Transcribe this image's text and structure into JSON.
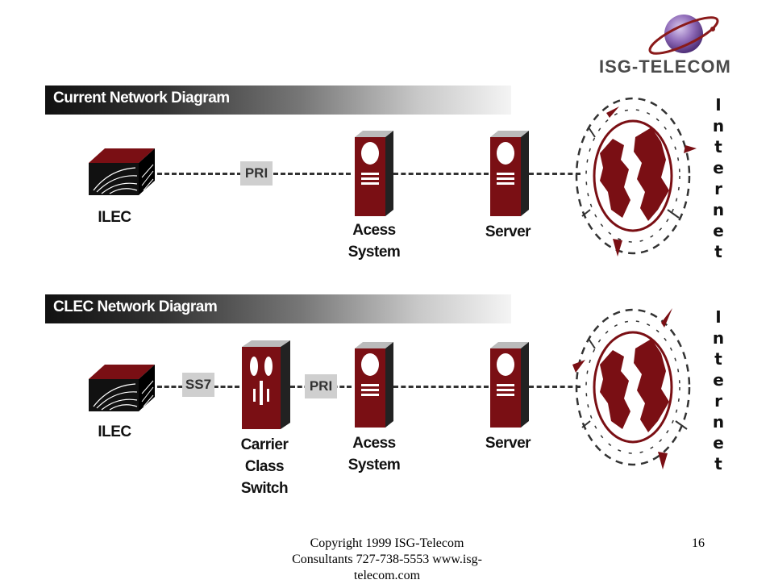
{
  "logo": {
    "text": "ISG-TELECOM"
  },
  "current": {
    "title": "Current Network Diagram",
    "ilec": "ILEC",
    "pri": "PRI",
    "access": [
      "Acess",
      "System"
    ],
    "server": "Server",
    "internet": [
      "I",
      "n",
      "t",
      "e",
      "r",
      "n",
      "e",
      "t"
    ]
  },
  "clec": {
    "title": "CLEC Network Diagram",
    "ilec": "ILEC",
    "ss7": "SS7",
    "switch": [
      "Carrier",
      "Class",
      "Switch"
    ],
    "pri": "PRI",
    "access": [
      "Acess",
      "System"
    ],
    "server": "Server",
    "internet": [
      "I",
      "n",
      "t",
      "e",
      "r",
      "n",
      "e",
      "t"
    ]
  },
  "footer": {
    "copyright": [
      "Copyright 1999 ISG-Telecom",
      "Consultants 727-738-5553  www.isg-",
      "telecom.com"
    ],
    "page_number": "16"
  },
  "colors": {
    "maroon": "#7a0f14",
    "dark": "#111111",
    "tag_gray": "#cfcfcf"
  }
}
